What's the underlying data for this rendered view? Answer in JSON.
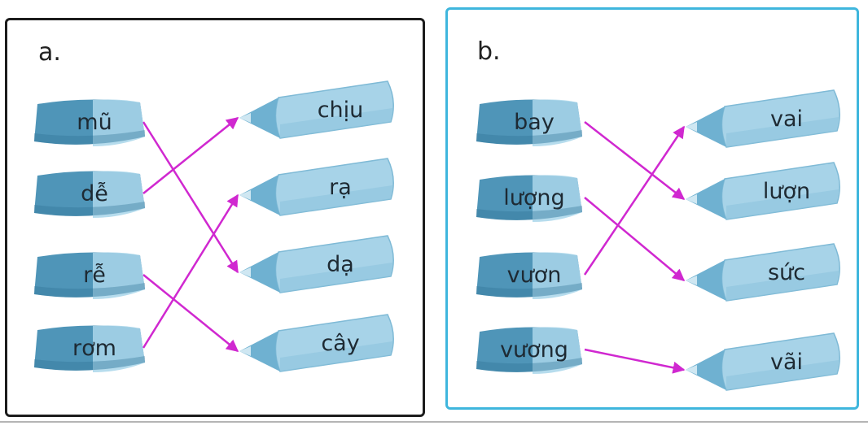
{
  "panel_a": {
    "label": "a.",
    "left_words": [
      "mũ",
      "dễ",
      "rễ",
      "rơm"
    ],
    "right_words": [
      "chịu",
      "rạ",
      "dạ",
      "cây"
    ],
    "links": [
      [
        0,
        2
      ],
      [
        1,
        0
      ],
      [
        2,
        3
      ],
      [
        3,
        1
      ]
    ]
  },
  "panel_b": {
    "label": "b.",
    "left_words": [
      "bay",
      "lượng",
      "vươn",
      "vương"
    ],
    "right_words": [
      "vai",
      "lượn",
      "sức",
      "vãi"
    ],
    "links": [
      [
        0,
        1
      ],
      [
        1,
        2
      ],
      [
        2,
        0
      ],
      [
        3,
        3
      ]
    ]
  },
  "colors": {
    "arrow": "#d028d0",
    "eraser_dark": "#4f95b8",
    "eraser_light": "#a9d6ea",
    "pencil_body": "#a7d3e8",
    "pencil_tip": "#6fb1d1"
  }
}
